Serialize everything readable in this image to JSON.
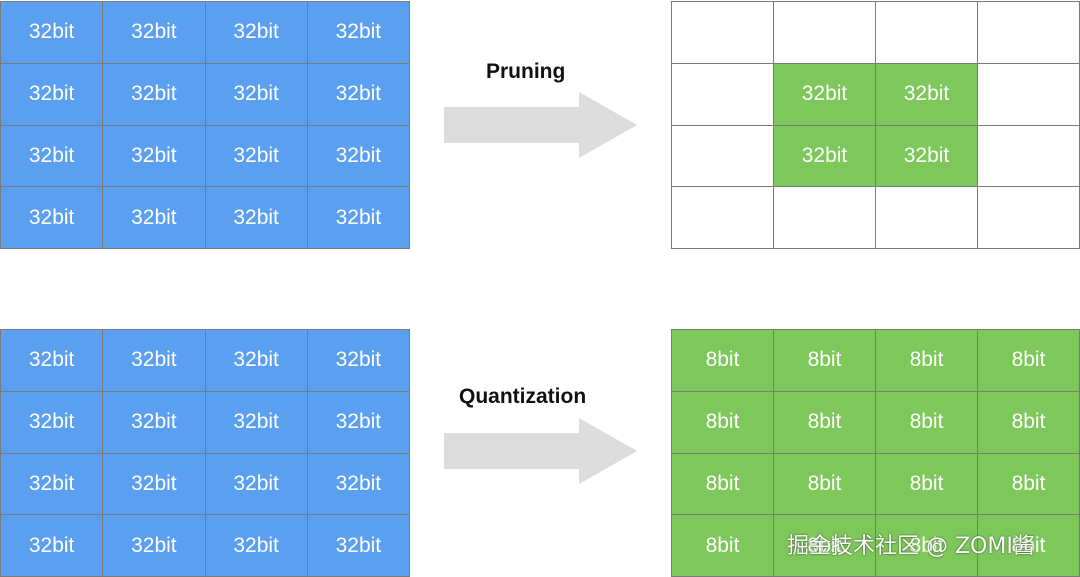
{
  "top_left_matrix": {
    "cells": [
      [
        "32bit",
        "32bit",
        "32bit",
        "32bit"
      ],
      [
        "32bit",
        "32bit",
        "32bit",
        "32bit"
      ],
      [
        "32bit",
        "32bit",
        "32bit",
        "32bit"
      ],
      [
        "32bit",
        "32bit",
        "32bit",
        "32bit"
      ]
    ],
    "fill": [
      "blue",
      "blue",
      "blue",
      "blue",
      "blue",
      "blue",
      "blue",
      "blue",
      "blue",
      "blue",
      "blue",
      "blue",
      "blue",
      "blue",
      "blue",
      "blue"
    ]
  },
  "pruning": {
    "label": "Pruning",
    "arrow_color": "#dcdcdc"
  },
  "top_right_matrix": {
    "cells": [
      [
        "",
        "",
        "",
        ""
      ],
      [
        "",
        "32bit",
        "32bit",
        ""
      ],
      [
        "",
        "32bit",
        "32bit",
        ""
      ],
      [
        "",
        "",
        "",
        ""
      ]
    ],
    "fill": [
      "empty",
      "empty",
      "empty",
      "empty",
      "empty",
      "green",
      "green",
      "empty",
      "empty",
      "green",
      "green",
      "empty",
      "empty",
      "empty",
      "empty",
      "empty"
    ]
  },
  "bottom_left_matrix": {
    "cells": [
      [
        "32bit",
        "32bit",
        "32bit",
        "32bit"
      ],
      [
        "32bit",
        "32bit",
        "32bit",
        "32bit"
      ],
      [
        "32bit",
        "32bit",
        "32bit",
        "32bit"
      ],
      [
        "32bit",
        "32bit",
        "32bit",
        "32bit"
      ]
    ],
    "fill": [
      "blue",
      "blue",
      "blue",
      "blue",
      "blue",
      "blue",
      "blue",
      "blue",
      "blue",
      "blue",
      "blue",
      "blue",
      "blue",
      "blue",
      "blue",
      "blue"
    ]
  },
  "quantization": {
    "label": "Quantization",
    "arrow_color": "#dcdcdc"
  },
  "bottom_right_matrix": {
    "cells": [
      [
        "8bit",
        "8bit",
        "8bit",
        "8bit"
      ],
      [
        "8bit",
        "8bit",
        "8bit",
        "8bit"
      ],
      [
        "8bit",
        "8bit",
        "8bit",
        "8bit"
      ],
      [
        "8bit",
        "8bit",
        "8bit",
        "8bit"
      ]
    ],
    "fill": [
      "green",
      "green",
      "green",
      "green",
      "green",
      "green",
      "green",
      "green",
      "green",
      "green",
      "green",
      "green",
      "green",
      "green",
      "green",
      "green"
    ]
  },
  "watermark": "掘金技术社区 @ ZOMI酱",
  "colors": {
    "blue_cell": "#5b9ff0",
    "green_cell": "#7ec75a",
    "grid_line": "#7a7a7a",
    "arrow": "#dcdcdc"
  }
}
